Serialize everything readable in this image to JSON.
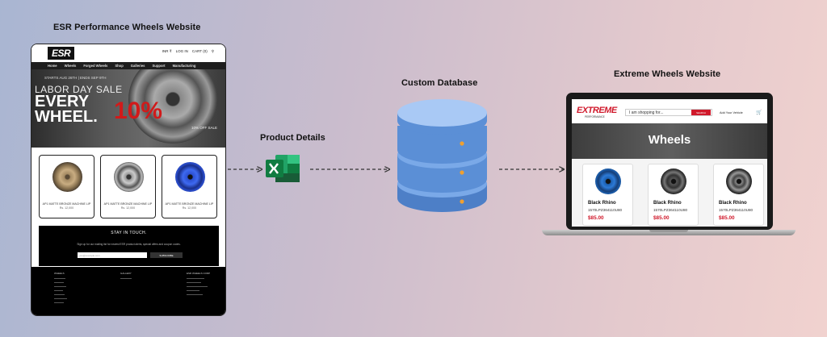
{
  "headings": {
    "esr": "ESR Performance Wheels Website",
    "database": "Custom Database",
    "extreme": "Extreme Wheels Website"
  },
  "flow": {
    "product_details": "Product Details"
  },
  "icons": {
    "excel": "excel-icon",
    "database": "database-icon",
    "laptop": "laptop-icon"
  },
  "colors": {
    "excel_green": "#1d7a44",
    "database_blue": "#5b8fd6",
    "accent_red": "#d0192b"
  },
  "esr_site": {
    "logo": "ESR",
    "util": [
      "INR ₹",
      "LOG IN",
      "CART (0)"
    ],
    "nav": [
      "Home",
      "Wheels",
      "Forged Wheels",
      "Shop",
      "Galleries",
      "Support",
      "Manufacturing"
    ],
    "hero": {
      "dates": "STARTS AUG 26TH  |  ENDS SEP 9TH",
      "line1": "LABOR DAY SALE",
      "line2": "EVERY",
      "line3": "WHEEL.",
      "percent": "10%",
      "off": "10% OFF SALE"
    },
    "products": [
      {
        "title": "AP1 MATTE BRONZE MACHINE LIP",
        "price": "Rs. 12,000"
      },
      {
        "title": "AP1 MATTE BRONZE MACHINE LIP",
        "price": "Rs. 12,000"
      },
      {
        "title": "AP1 MATTE BRONZE MACHINE LIP",
        "price": "Rs. 12,000"
      }
    ],
    "newsletter": {
      "title": "STAY IN TOUCH.",
      "text": "Sign up for our mailing list for newest ESR product alerts, special offers and coupon codes.",
      "placeholder": "you@example.com",
      "button": "SUBSCRIBE"
    },
    "footer": {
      "col1": "WHEELS",
      "col2": "GALLERY",
      "col3": "ESR WHEELS CORP"
    }
  },
  "extreme_site": {
    "logo": "EXTREME",
    "logo_sub": "PERFORMANCE",
    "search_placeholder": "I am shopping for...",
    "search_button": "SEARCH",
    "add_vehicle": "Add Your Vehicle",
    "hero_title": "Wheels",
    "products": [
      {
        "brand": "Black Rhino",
        "sku": "1570LPZ364110U80",
        "price": "$85.00",
        "color": "#1b5fb0"
      },
      {
        "brand": "Black Rhino",
        "sku": "1570LPZ364110U80",
        "price": "$85.00",
        "color": "#333333"
      },
      {
        "brand": "Black Rhino",
        "sku": "1570LPZ364110U80",
        "price": "$85.00",
        "color": "#2a2a2a"
      }
    ]
  }
}
